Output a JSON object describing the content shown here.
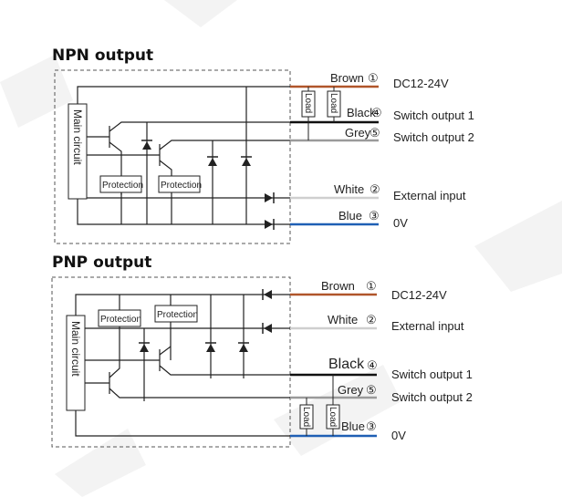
{
  "npn": {
    "title": "NPN output",
    "main_circuit": "Main circuit",
    "protection_1": "Protection",
    "protection_2": "Protection",
    "load_1": "Load",
    "load_2": "Load",
    "wires": [
      {
        "label": "Brown",
        "num": "①",
        "signal": "DC12-24V",
        "color": "#b0552a"
      },
      {
        "label": "Black",
        "num": "④",
        "signal": "Switch output 1",
        "color": "#111111"
      },
      {
        "label": "Grey",
        "num": "⑤",
        "signal": "Switch output 2",
        "color": "#9a9a9a"
      },
      {
        "label": "White",
        "num": "②",
        "signal": "External input",
        "color": "#c8c8c8"
      },
      {
        "label": "Blue",
        "num": "③",
        "signal": "0V",
        "color": "#1f5fb4"
      }
    ]
  },
  "pnp": {
    "title": "PNP output",
    "main_circuit": "Main circuit",
    "protection_1": "Protection",
    "protection_2": "Protection",
    "load_1": "Load",
    "load_2": "Load",
    "wires": [
      {
        "label": "Brown",
        "num": "①",
        "signal": "DC12-24V",
        "color": "#b0552a"
      },
      {
        "label": "White",
        "num": "②",
        "signal": "External input",
        "color": "#c8c8c8"
      },
      {
        "label": "Black",
        "num": "④",
        "signal": "Switch output 1",
        "color": "#111111"
      },
      {
        "label": "Grey",
        "num": "⑤",
        "signal": "Switch output 2",
        "color": "#9a9a9a"
      },
      {
        "label": "Blue",
        "num": "③",
        "signal": "0V",
        "color": "#1f5fb4"
      }
    ]
  }
}
